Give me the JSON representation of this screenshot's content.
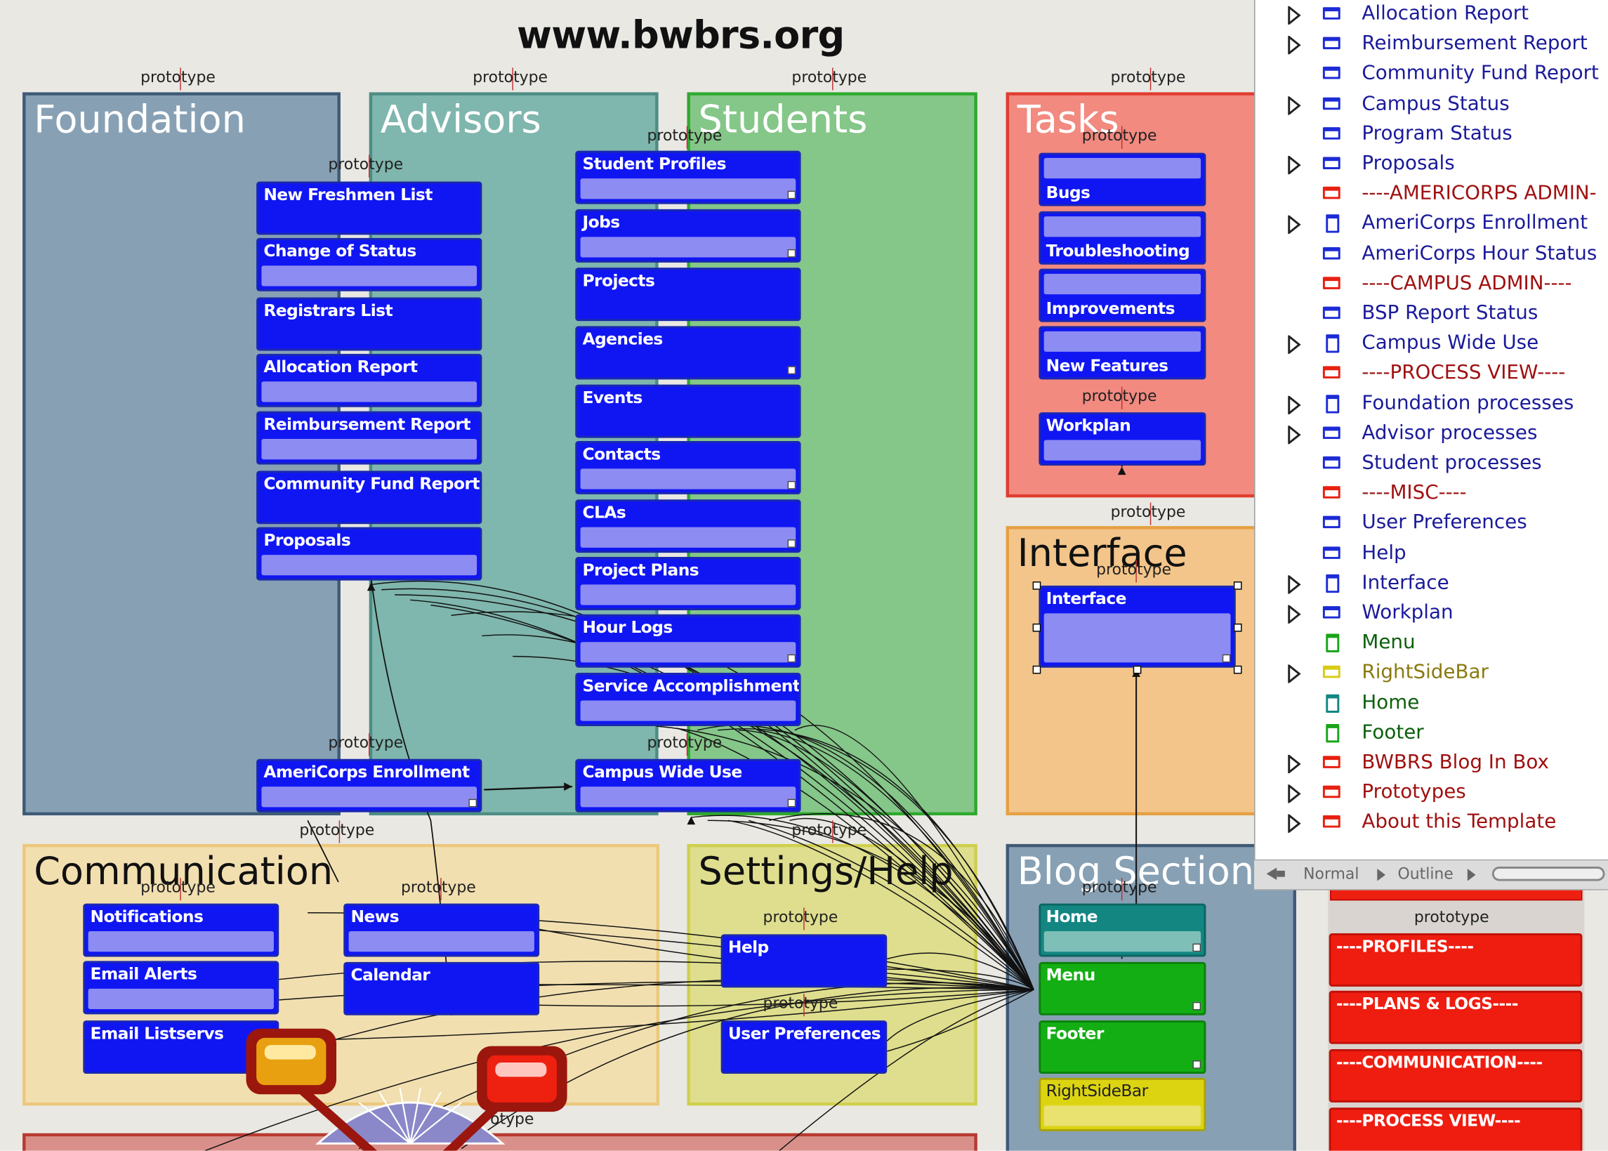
{
  "site_title": "www.bwbrs.org",
  "proto_label": "prototype",
  "sections": {
    "foundation": "Foundation",
    "advisors": "Advisors",
    "students": "Students",
    "tasks": "Tasks",
    "interface": "Interface",
    "communication": "Communication",
    "settings_help": "Settings/Help",
    "blog_sections": "Blog Sections"
  },
  "foundation_notes": [
    "New Freshmen List",
    "Change of Status",
    "Registrars List",
    "Allocation Report",
    "Reimbursement Report",
    "Community Fund Report",
    "Proposals",
    "AmeriCorps Enrollment"
  ],
  "student_notes": [
    "Student Profiles",
    "Jobs",
    "Projects",
    "Agencies",
    "Events",
    "Contacts",
    "CLAs",
    "Project Plans",
    "Hour Logs",
    "Service Accomplishments",
    "Campus Wide Use"
  ],
  "task_notes": [
    "Bugs",
    "Troubleshooting",
    "Improvements",
    "New Features",
    "Workplan"
  ],
  "interface_note": "Interface",
  "communication_notes": [
    "Notifications",
    "Email Alerts",
    "Email Listservs",
    "News",
    "Calendar"
  ],
  "settings_notes": [
    "Help",
    "User Preferences"
  ],
  "blog_notes": [
    "Home",
    "Menu",
    "Footer",
    "RightSideBar"
  ],
  "red_notes": [
    "----PROFILES----",
    "----PLANS & LOGS----",
    "----COMMUNICATION----",
    "----PROCESS VIEW----"
  ],
  "partial_text": "otype",
  "outline": {
    "items": [
      {
        "label": "Allocation Report",
        "color": "#1a1a9a",
        "icon_color": "#1c2bd6",
        "icon": "h",
        "expandable": true
      },
      {
        "label": "Reimbursement Report",
        "color": "#1a1a9a",
        "icon_color": "#1c2bd6",
        "icon": "h",
        "expandable": true
      },
      {
        "label": "Community Fund Report",
        "color": "#1a1a9a",
        "icon_color": "#1c2bd6",
        "icon": "h",
        "expandable": false
      },
      {
        "label": "Campus Status",
        "color": "#1a1a9a",
        "icon_color": "#1c2bd6",
        "icon": "h",
        "expandable": true
      },
      {
        "label": "Program Status",
        "color": "#1a1a9a",
        "icon_color": "#1c2bd6",
        "icon": "h",
        "expandable": false
      },
      {
        "label": "Proposals",
        "color": "#1a1a9a",
        "icon_color": "#1c2bd6",
        "icon": "h",
        "expandable": true
      },
      {
        "label": "----AMERICORPS ADMIN-",
        "color": "#a01010",
        "icon_color": "#e82010",
        "icon": "h",
        "expandable": false
      },
      {
        "label": "AmeriCorps Enrollment",
        "color": "#1a1a9a",
        "icon_color": "#1c2bd6",
        "icon": "v",
        "expandable": true
      },
      {
        "label": "AmeriCorps Hour Status",
        "color": "#1a1a9a",
        "icon_color": "#1c2bd6",
        "icon": "h",
        "expandable": false
      },
      {
        "label": "----CAMPUS ADMIN----",
        "color": "#a01010",
        "icon_color": "#e82010",
        "icon": "h",
        "expandable": false
      },
      {
        "label": "BSP Report Status",
        "color": "#1a1a9a",
        "icon_color": "#1c2bd6",
        "icon": "h",
        "expandable": false
      },
      {
        "label": "Campus Wide Use",
        "color": "#1a1a9a",
        "icon_color": "#1c2bd6",
        "icon": "v",
        "expandable": true
      },
      {
        "label": "----PROCESS VIEW----",
        "color": "#a01010",
        "icon_color": "#e82010",
        "icon": "h",
        "expandable": false
      },
      {
        "label": "Foundation processes",
        "color": "#1a1a9a",
        "icon_color": "#1c2bd6",
        "icon": "v",
        "expandable": true
      },
      {
        "label": "Advisor processes",
        "color": "#1a1a9a",
        "icon_color": "#1c2bd6",
        "icon": "h",
        "expandable": true
      },
      {
        "label": "Student processes",
        "color": "#1a1a9a",
        "icon_color": "#1c2bd6",
        "icon": "h",
        "expandable": false
      },
      {
        "label": "----MISC----",
        "color": "#a01010",
        "icon_color": "#e82010",
        "icon": "h",
        "expandable": false
      },
      {
        "label": "User Preferences",
        "color": "#1a1a9a",
        "icon_color": "#1c2bd6",
        "icon": "h",
        "expandable": false
      },
      {
        "label": "Help",
        "color": "#1a1a9a",
        "icon_color": "#1c2bd6",
        "icon": "h",
        "expandable": false
      },
      {
        "label": "Interface",
        "color": "#1a1a9a",
        "icon_color": "#1c2bd6",
        "icon": "v",
        "expandable": true
      },
      {
        "label": "Workplan",
        "color": "#1a1a9a",
        "icon_color": "#1c2bd6",
        "icon": "h",
        "expandable": true
      },
      {
        "label": "Menu",
        "color": "#0d600d",
        "icon_color": "#18a418",
        "icon": "v",
        "expandable": false
      },
      {
        "label": "RightSideBar",
        "color": "#8a7a10",
        "icon_color": "#d8cc14",
        "icon": "h",
        "expandable": true
      },
      {
        "label": "Home",
        "color": "#0d600d",
        "icon_color": "#138682",
        "icon": "v",
        "expandable": false
      },
      {
        "label": "Footer",
        "color": "#0d600d",
        "icon_color": "#18a418",
        "icon": "v",
        "expandable": false
      },
      {
        "label": "BWBRS Blog In Box",
        "color": "#a01010",
        "icon_color": "#e82010",
        "icon": "h",
        "expandable": true
      },
      {
        "label": "Prototypes",
        "color": "#a01010",
        "icon_color": "#e82010",
        "icon": "h",
        "expandable": true
      },
      {
        "label": "About this Template",
        "color": "#a01010",
        "icon_color": "#e82010",
        "icon": "h",
        "expandable": true
      }
    ],
    "toolbar": {
      "normal": "Normal",
      "outline": "Outline"
    }
  }
}
